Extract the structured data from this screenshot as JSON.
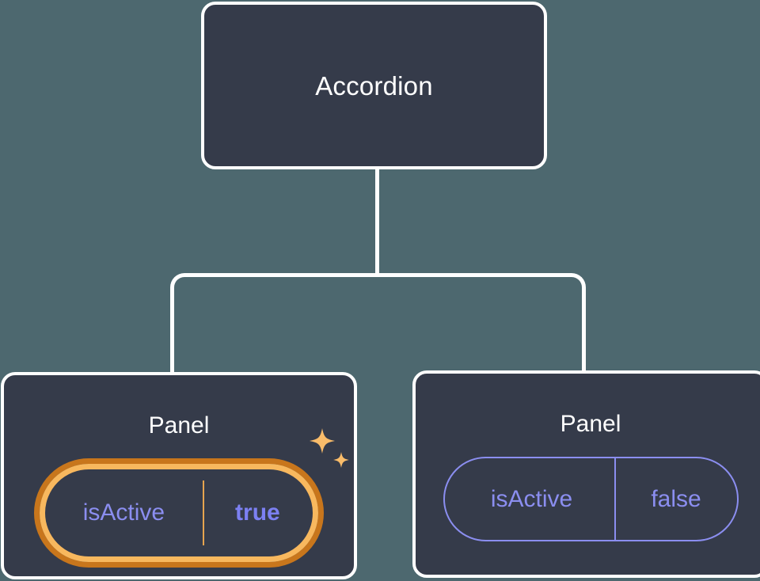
{
  "canvas": {
    "background_color": "#4d686f",
    "node_fill_color": "#353b4a",
    "node_border_color": "#ffffff",
    "accent_purple": "#8b8ef0",
    "accent_purple_bold": "#7c80f2",
    "highlight_amber_inner": "#f8b85e",
    "highlight_amber_outer": "#c8761c"
  },
  "tree": {
    "root": {
      "label": "Accordion"
    },
    "children": [
      {
        "label": "Panel",
        "highlighted": true,
        "prop": {
          "key": "isActive",
          "value": "true"
        },
        "decoration": "sparkles-icon"
      },
      {
        "label": "Panel",
        "highlighted": false,
        "prop": {
          "key": "isActive",
          "value": "false"
        }
      }
    ]
  }
}
